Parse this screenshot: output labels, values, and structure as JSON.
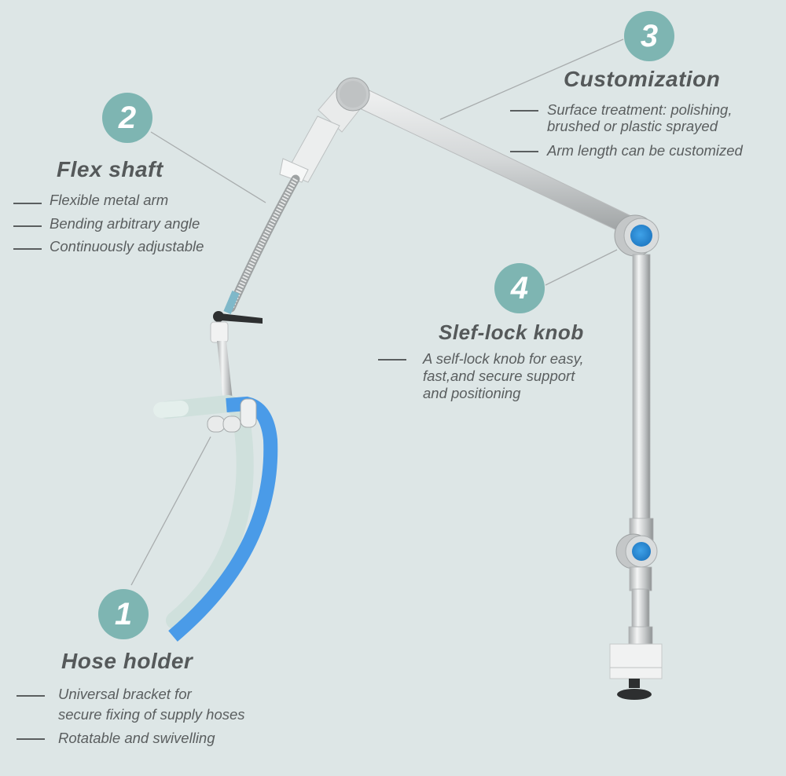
{
  "features": [
    {
      "number": "1",
      "title": "Hose holder",
      "items": [
        {
          "lines": [
            "Universal bracket for",
            "secure fixing of supply hoses"
          ]
        },
        {
          "lines": [
            "Rotatable and swivelling"
          ]
        }
      ]
    },
    {
      "number": "2",
      "title": "Flex shaft",
      "items": [
        {
          "lines": [
            "Flexible metal arm"
          ]
        },
        {
          "lines": [
            "Bending arbitrary angle"
          ]
        },
        {
          "lines": [
            "Continuously adjustable"
          ]
        }
      ]
    },
    {
      "number": "3",
      "title": "Customization",
      "items": [
        {
          "lines": [
            "Surface treatment: polishing,",
            "brushed or plastic sprayed"
          ]
        },
        {
          "lines": [
            "Arm length can be customized"
          ]
        }
      ]
    },
    {
      "number": "4",
      "title": "Slef-lock knob",
      "items": [
        {
          "lines": [
            "A self-lock knob for easy,",
            "fast,and secure support",
            "and positioning"
          ]
        }
      ]
    }
  ],
  "colors": {
    "background": "#dde6e6",
    "badge": "#7eb5b2",
    "text": "#55595a",
    "hose_blue": "#4a9be8",
    "hose_clear": "#cfe0dc",
    "knob_blue": "#2f8fd6",
    "metal": "#c9cccd"
  }
}
